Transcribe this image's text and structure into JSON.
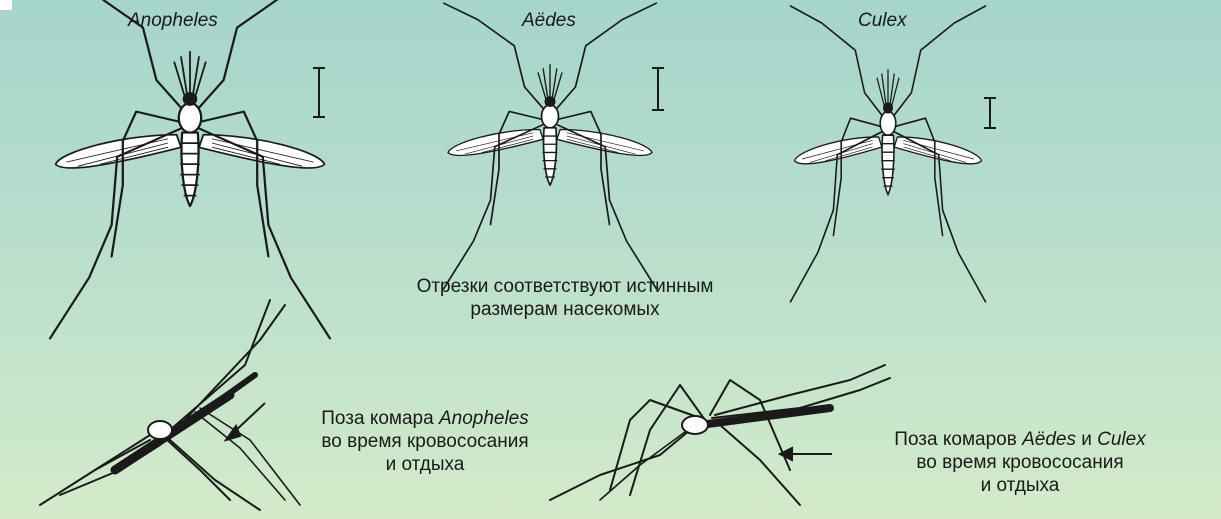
{
  "species": [
    {
      "name": "Anopheles"
    },
    {
      "name": "Aëdes"
    },
    {
      "name": "Culex"
    }
  ],
  "captions": {
    "scale_note": {
      "line1": "Отрезки соответствуют истинным",
      "line2": "размерам насекомых"
    },
    "anopheles_pose": {
      "pre": "Поза комара ",
      "species": "Anopheles",
      "line2": "во время кровососания",
      "line3": "и отдыха"
    },
    "aedes_culex_pose": {
      "pre": "Поза комаров ",
      "species1": "Aëdes",
      "mid": " и ",
      "species2": "Culex",
      "line2": "во время кровососания",
      "line3": "и отдыха"
    }
  },
  "colors": {
    "ink": "#1a1a1a",
    "wing": "#ffffff"
  }
}
